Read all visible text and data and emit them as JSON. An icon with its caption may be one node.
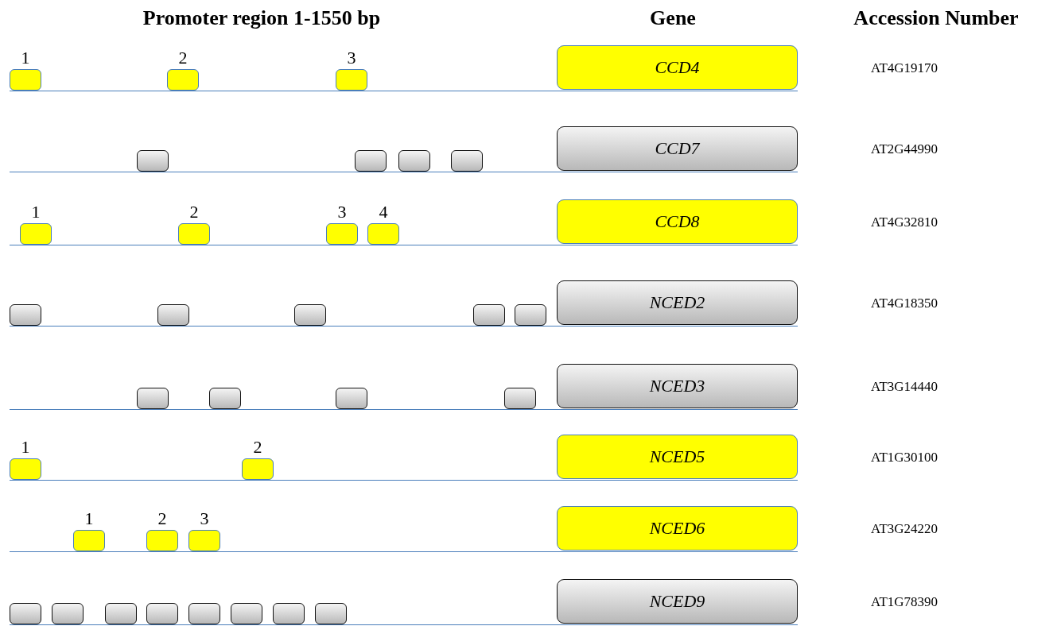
{
  "diagram": {
    "nodes": [
      {
        "text": [
          "1"
        ]
      },
      {
        "text": [
          "2"
        ]
      },
      {
        "text": [
          "3"
        ]
      },
      {
        "text": [
          "CCD4"
        ]
      },
      {
        "text": [],
        "shape": "box"
      },
      {
        "text": [],
        "shape": "box"
      },
      {
        "text": [],
        "shape": "box"
      },
      {
        "text": [],
        "shape": "box"
      },
      {
        "text": [
          "CCD7"
        ]
      },
      {
        "text": [
          "1"
        ]
      },
      {
        "text": [
          "2"
        ]
      },
      {
        "text": [
          "3"
        ]
      },
      {
        "text": [
          "4"
        ]
      },
      {
        "text": [
          "CCD8"
        ]
      },
      {
        "text": [],
        "shape": "box"
      },
      {
        "text": [],
        "shape": "box"
      },
      {
        "text": [],
        "shape": "box"
      },
      {
        "text": [],
        "shape": "box"
      },
      {
        "text": [],
        "shape": "box"
      },
      {
        "text": [
          "NCED2"
        ]
      },
      {
        "text": [],
        "shape": "box"
      },
      {
        "text": [],
        "shape": "box"
      },
      {
        "text": [],
        "shape": "box"
      },
      {
        "text": [],
        "shape": "box"
      },
      {
        "text": [
          "NCED3"
        ]
      },
      {
        "text": [
          "1"
        ]
      },
      {
        "text": [
          "2"
        ]
      },
      {
        "text": [
          "NCED5"
        ]
      },
      {
        "text": [
          "1"
        ]
      },
      {
        "text": [
          "2"
        ]
      },
      {
        "text": [
          "3"
        ]
      },
      {
        "text": [
          "NCED6"
        ]
      },
      {
        "text": [],
        "shape": "box"
      },
      {
        "text": [],
        "shape": "box"
      },
      {
        "text": [],
        "shape": "box"
      },
      {
        "text": [],
        "shape": "box"
      },
      {
        "text": [],
        "shape": "box"
      },
      {
        "text": [],
        "shape": "box"
      },
      {
        "text": [],
        "shape": "box"
      },
      {
        "text": [],
        "shape": "box"
      },
      {
        "text": [
          "NCED9"
        ]
      }
    ],
    "labels": [
      "Promoter region 1-1550 bp",
      "Gene",
      "Accession Number",
      "AT4G19170",
      "AT2G44990",
      "AT4G32810",
      "AT4G18350",
      "AT3G14440",
      "AT1G30100",
      "AT3G24220",
      "AT1G78390"
    ]
  }
}
